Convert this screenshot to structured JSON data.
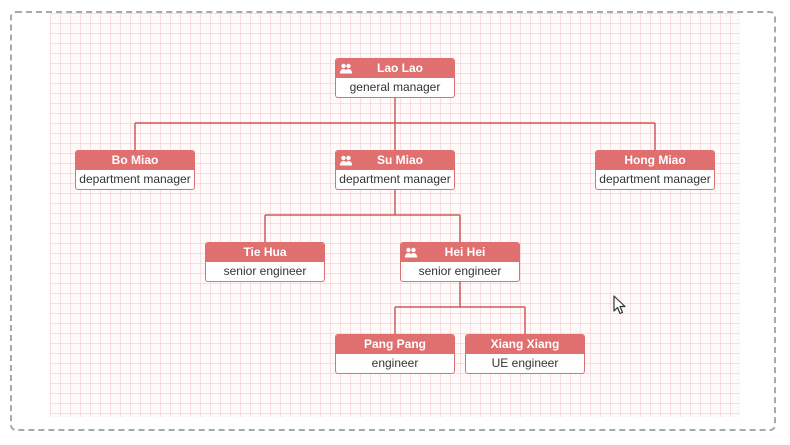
{
  "colors": {
    "accent": "#e07070",
    "line": "#d05a5a",
    "grid": "#f4c6c6"
  },
  "nodes": {
    "lao_lao": {
      "name": "Lao Lao",
      "title": "general manager",
      "icon": "group-icon"
    },
    "bo_miao": {
      "name": "Bo Miao",
      "title": "department manager"
    },
    "su_miao": {
      "name": "Su Miao",
      "title": "department manager",
      "icon": "group-icon"
    },
    "hong_miao": {
      "name": "Hong Miao",
      "title": "department manager"
    },
    "tie_hua": {
      "name": "Tie Hua",
      "title": "senior engineer"
    },
    "hei_hei": {
      "name": "Hei Hei",
      "title": "senior engineer",
      "icon": "group-icon"
    },
    "pang_pang": {
      "name": "Pang Pang",
      "title": "engineer"
    },
    "xiang_xiang": {
      "name": "Xiang Xiang",
      "title": "UE engineer"
    }
  }
}
